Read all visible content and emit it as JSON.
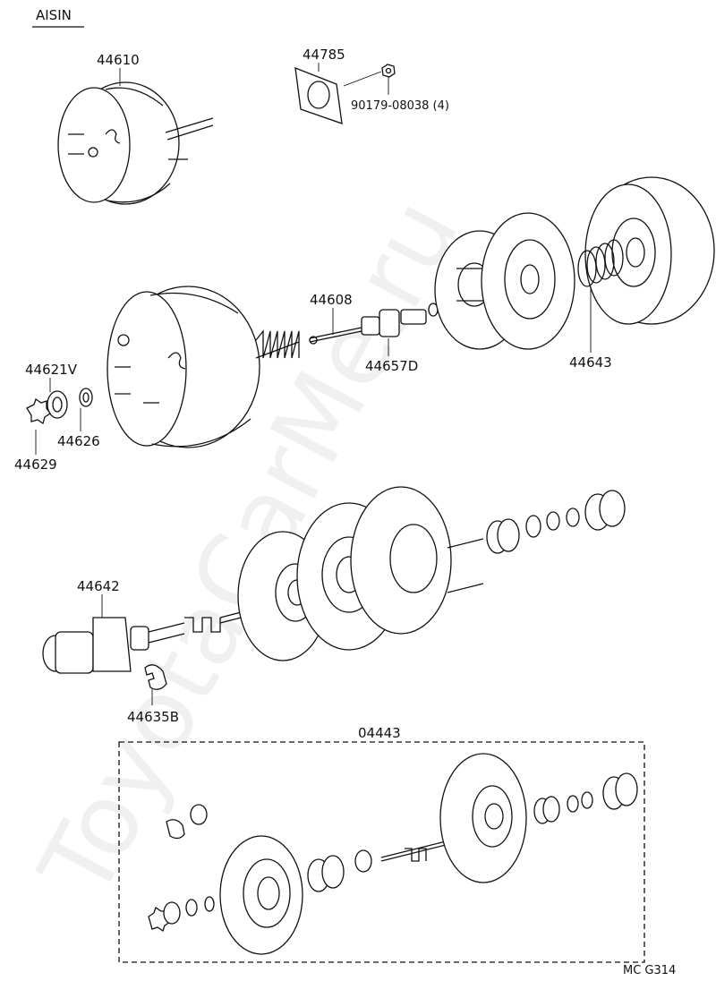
{
  "header": {
    "brand": "AISIN"
  },
  "footer": {
    "code": "MC  G314"
  },
  "watermark": "ToyotaCarMe.ru",
  "parts": {
    "p44610": "44610",
    "p44785": "44785",
    "p90179": "90179-08038 (4)",
    "p44608": "44608",
    "p44657D": "44657D",
    "p44643": "44643",
    "p44621V": "44621V",
    "p44626": "44626",
    "p44629": "44629",
    "p44642": "44642",
    "p44635B": "44635B",
    "p04443": "04443"
  }
}
